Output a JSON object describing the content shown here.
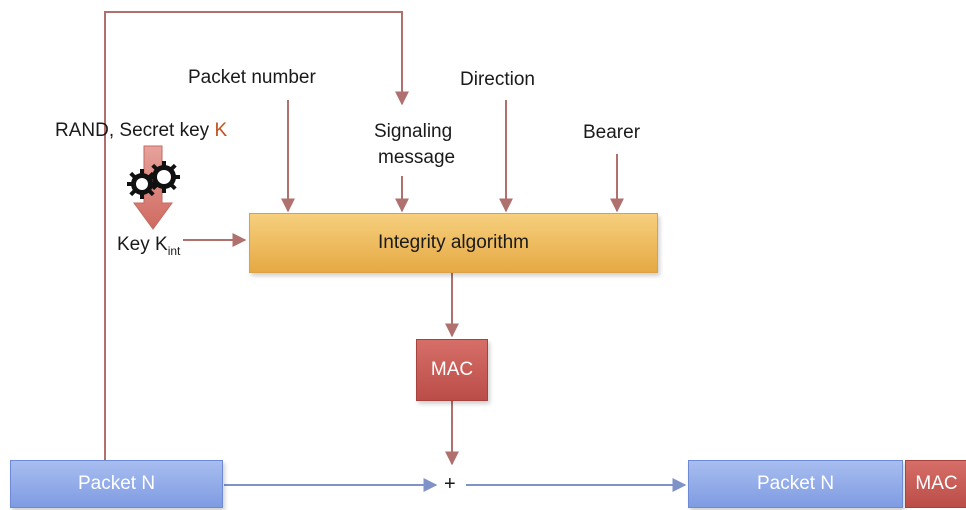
{
  "inputs": {
    "rand_secret_prefix": "RAND, Secret key",
    "key_letter": "K",
    "packet_number": "Packet number",
    "signaling_line1": "Signaling",
    "signaling_line2": "message",
    "direction": "Direction",
    "bearer": "Bearer"
  },
  "key_int": {
    "base": "Key K",
    "subscript": "int"
  },
  "blocks": {
    "integrity": "Integrity algorithm",
    "mac": "MAC",
    "packet_left": "Packet N",
    "packet_right": "Packet N",
    "mac_right": "MAC",
    "combine": "+"
  },
  "colors": {
    "arrow": "#b0706e",
    "flow_arrow": "#7f93c8",
    "key_k": "#c0521f"
  }
}
